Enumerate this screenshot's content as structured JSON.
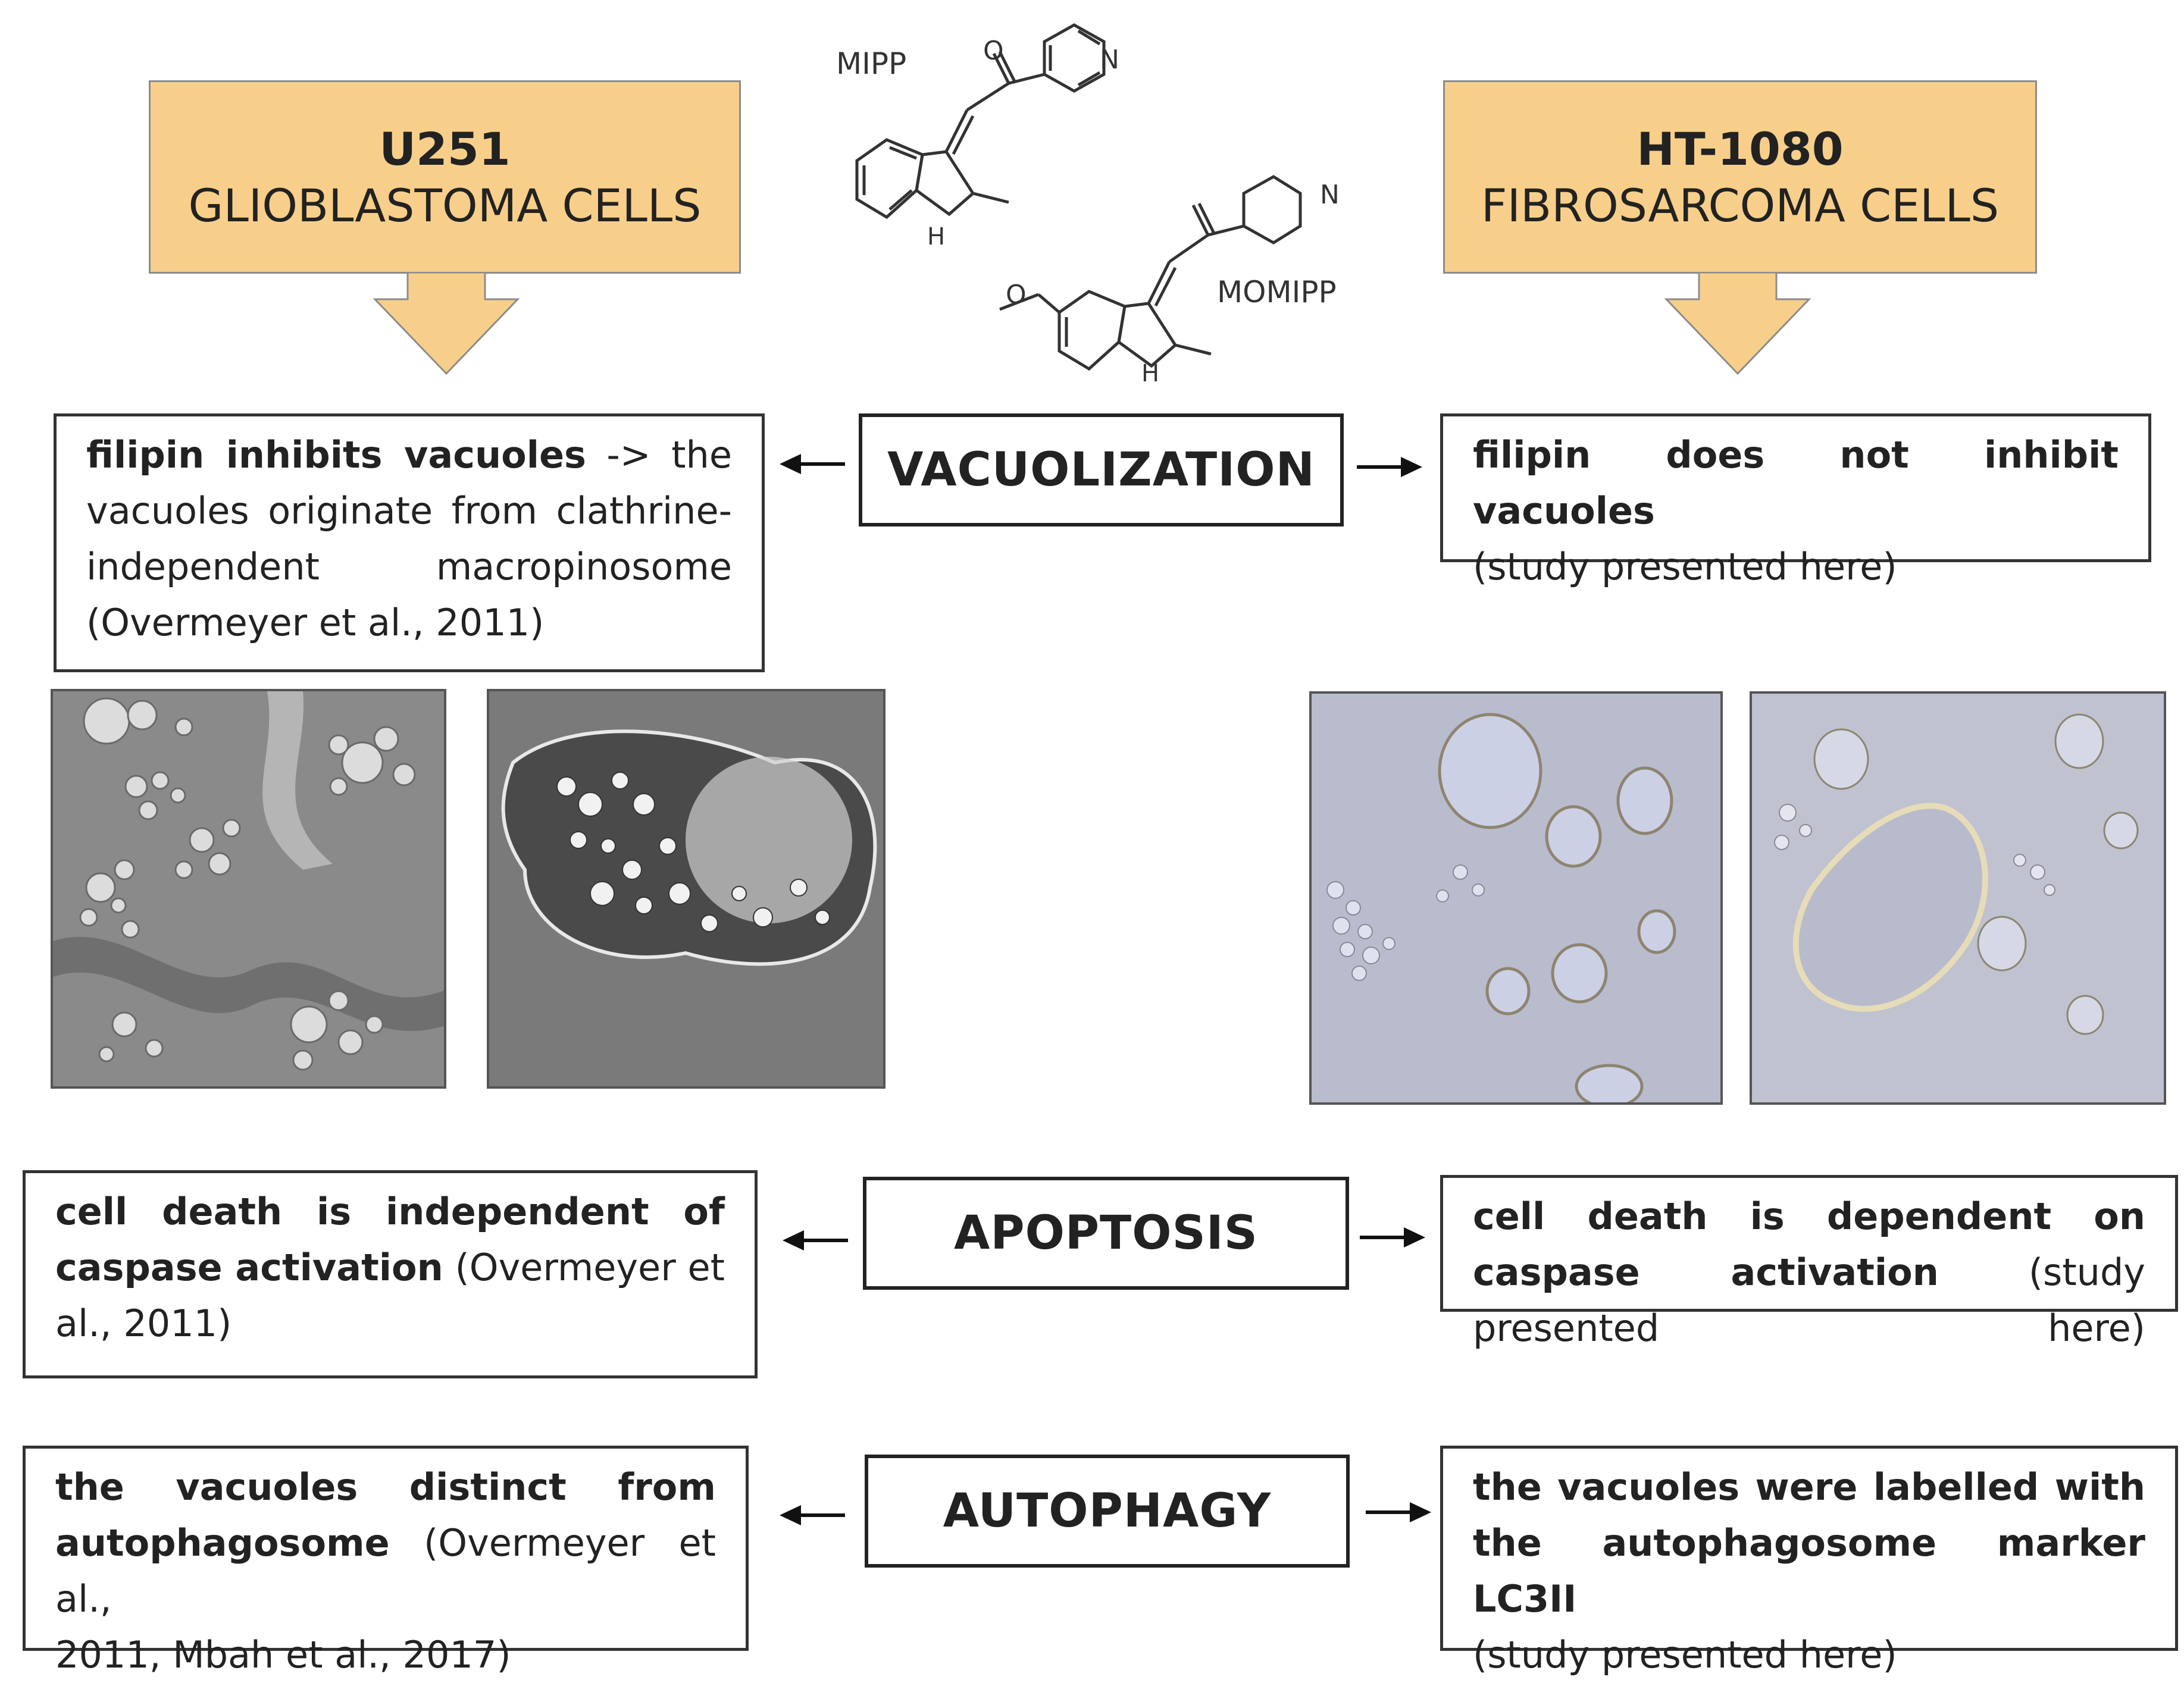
{
  "cells": {
    "left": {
      "name": "U251",
      "type": "GLIOBLASTOMA CELLS"
    },
    "right": {
      "name": "HT-1080",
      "type": "FIBROSARCOMA CELLS"
    }
  },
  "compounds": {
    "mipp": "MIPP",
    "momipp": "MOMIPP"
  },
  "rows": {
    "vacuolization": {
      "label": "VACUOLIZATION",
      "left_bold": "filipin inhibits vacuoles",
      "left_rest": " -> the vacuoles originate from clathrine-independent macropinosome",
      "left_ref": "(Overmeyer et al., 2011)",
      "right_bold": "filipin does not inhibit vacuoles",
      "right_rest": "(study presented here)"
    },
    "apoptosis": {
      "label": "APOPTOSIS",
      "left_bold": "cell death is independent of caspase activation",
      "left_rest": " (Overmeyer et",
      "left_ref": "al., 2011)",
      "right_bold": "cell death is dependent on caspase activation",
      "right_rest": " (study presented here)"
    },
    "autophagy": {
      "label": "AUTOPHAGY",
      "left_bold": "the vacuoles distinct from autophagosome",
      "left_rest": " (Overmeyer et al.,",
      "left_ref": "2011, Mbah et al., 2017)",
      "right_bold": "the vacuoles were labelled with the autophagosome marker LC3II",
      "right_rest": "(study presented here)"
    }
  },
  "colors": {
    "cell_fill": "#f8cf8a",
    "arrow_fill": "#f8cf8a",
    "border": "#8c8c8c",
    "text": "#222222"
  }
}
